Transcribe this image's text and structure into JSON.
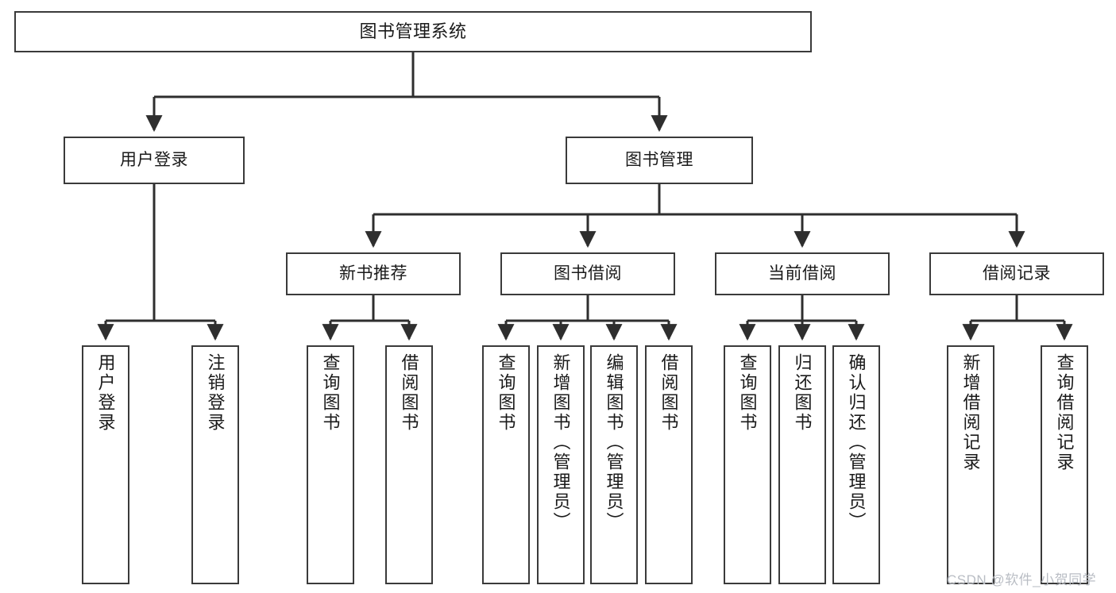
{
  "diagram": {
    "type": "tree",
    "title_node": {
      "label": "图书管理系统"
    },
    "level1": [
      {
        "id": "user-login",
        "label": "用户登录"
      },
      {
        "id": "book-management",
        "label": "图书管理"
      }
    ],
    "level2": [
      {
        "id": "new-book-recommend",
        "label": "新书推荐",
        "parent": "book-management"
      },
      {
        "id": "book-borrow",
        "label": "图书借阅",
        "parent": "book-management"
      },
      {
        "id": "current-borrow",
        "label": "当前借阅",
        "parent": "book-management"
      },
      {
        "id": "borrow-record",
        "label": "借阅记录",
        "parent": "book-management"
      }
    ],
    "leaves": [
      {
        "id": "leaf-user-login",
        "label": "用户登录",
        "parent": "user-login"
      },
      {
        "id": "leaf-logout-login",
        "label": "注销登录",
        "parent": "user-login"
      },
      {
        "id": "leaf-query-book-1",
        "label": "查询图书",
        "parent": "new-book-recommend"
      },
      {
        "id": "leaf-borrow-book-1",
        "label": "借阅图书",
        "parent": "new-book-recommend"
      },
      {
        "id": "leaf-query-book-2",
        "label": "查询图书",
        "parent": "book-borrow"
      },
      {
        "id": "leaf-add-book",
        "label": "新增图书（管理员）",
        "parent": "book-borrow"
      },
      {
        "id": "leaf-edit-book",
        "label": "编辑图书（管理员）",
        "parent": "book-borrow"
      },
      {
        "id": "leaf-borrow-book-2",
        "label": "借阅图书",
        "parent": "book-borrow"
      },
      {
        "id": "leaf-query-book-3",
        "label": "查询图书",
        "parent": "current-borrow"
      },
      {
        "id": "leaf-return-book",
        "label": "归还图书",
        "parent": "current-borrow"
      },
      {
        "id": "leaf-confirm-return",
        "label": "确认归还（管理员）",
        "parent": "current-borrow"
      },
      {
        "id": "leaf-add-record",
        "label": "新增借阅记录",
        "parent": "borrow-record"
      },
      {
        "id": "leaf-query-record",
        "label": "查询借阅记录",
        "parent": "borrow-record"
      }
    ],
    "colors": {
      "stroke": "#3a3a3a",
      "fill": "#ffffff",
      "text": "#1a1a1a",
      "watermark": "#b9bdc4"
    }
  },
  "watermark": {
    "text": "CSDN @软件_小贺同学"
  }
}
